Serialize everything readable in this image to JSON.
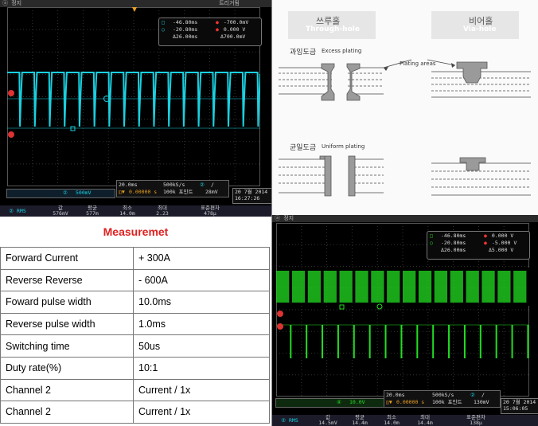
{
  "scope1": {
    "topbar_left": "ⓐ 정지",
    "topbar_right": "트리거됨",
    "measurements": [
      {
        "a": "-46.80ms",
        "b": "-700.0mV"
      },
      {
        "a": "-20.80ms",
        "b": "0.000 V"
      },
      {
        "a": "Δ26.00ms",
        "b": "Δ700.0mV"
      }
    ],
    "ch2_label": "500mV",
    "timebase": "20.0ms",
    "time_offset": "0.00000 s",
    "sample_rate": "500kS/s",
    "points": "100k 포인트",
    "trig_level": "28mV",
    "date": "20 7월  2014",
    "time": "16:27:26",
    "stats_headers": [
      "값",
      "평균",
      "최소",
      "최대",
      "표준편차"
    ],
    "stats_values": [
      "576mV",
      "577m",
      "14.0m",
      "2.23",
      "478μ"
    ],
    "rms": "RMS",
    "trace_color": "#19d0e0"
  },
  "scope2": {
    "topbar_left": "ⓐ 정지",
    "measurements": [
      {
        "a": "-46.80ms",
        "b": "0.000 V"
      },
      {
        "a": "-20.80ms",
        "b": "-5.000 V"
      },
      {
        "a": "Δ26.00ms",
        "b": "Δ5.000 V"
      }
    ],
    "ch_label": "10.0V",
    "timebase": "20.0ms",
    "time_offset": "0.00000 s",
    "sample_rate": "500kS/s",
    "points": "100k 포인트",
    "trig_level": "130mV",
    "date": "20 7월  2014",
    "time": "15:06:05",
    "stats_headers": [
      "값",
      "평균",
      "최소",
      "최대",
      "표준편차"
    ],
    "stats_values": [
      "14.5mV",
      "14.4m",
      "14.0m",
      "14.4m",
      "138μ"
    ],
    "rms": "RMS",
    "trace_color": "#22dd22"
  },
  "diagram": {
    "through_hole_kr": "쓰루홀",
    "through_hole_en": "Through-hole",
    "via_hole_kr": "비어홀",
    "via_hole_en": "Via-hole",
    "excess_kr": "과잉도금",
    "excess_en": "Excess plating",
    "plating_areas": "Plating areas",
    "uniform_kr": "균일도금",
    "uniform_en": "Uniform plating"
  },
  "table": {
    "title": "Measuremet",
    "rows": [
      [
        "Forward  Current",
        "+ 300A"
      ],
      [
        "Reverse  Reverse",
        "- 600A"
      ],
      [
        "Foward pulse width",
        "10.0ms"
      ],
      [
        "Reverse pulse width",
        "1.0ms"
      ],
      [
        "Switching time",
        "50us"
      ],
      [
        "Duty rate(%)",
        "10:1"
      ],
      [
        "Channel 2",
        "Current / 1x"
      ],
      [
        "Channel 2",
        "Current / 1x"
      ]
    ]
  }
}
